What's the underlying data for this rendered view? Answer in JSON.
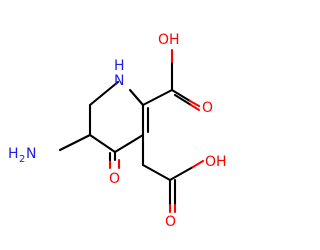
{
  "molecule": {
    "labels": {
      "nh": "N",
      "nh_h": "H",
      "amine": "H2N",
      "amine_h": "H",
      "amine_sub": "2",
      "amine_n": "N",
      "ketone_o": "O",
      "acid1_oh": "OH",
      "acid1_o": "O",
      "acid2_oh": "OH",
      "acid2_o": "O"
    },
    "colors": {
      "bond": "#000000",
      "oxygen": "#ff0000",
      "nitrogen": "#1e1ee6"
    }
  }
}
